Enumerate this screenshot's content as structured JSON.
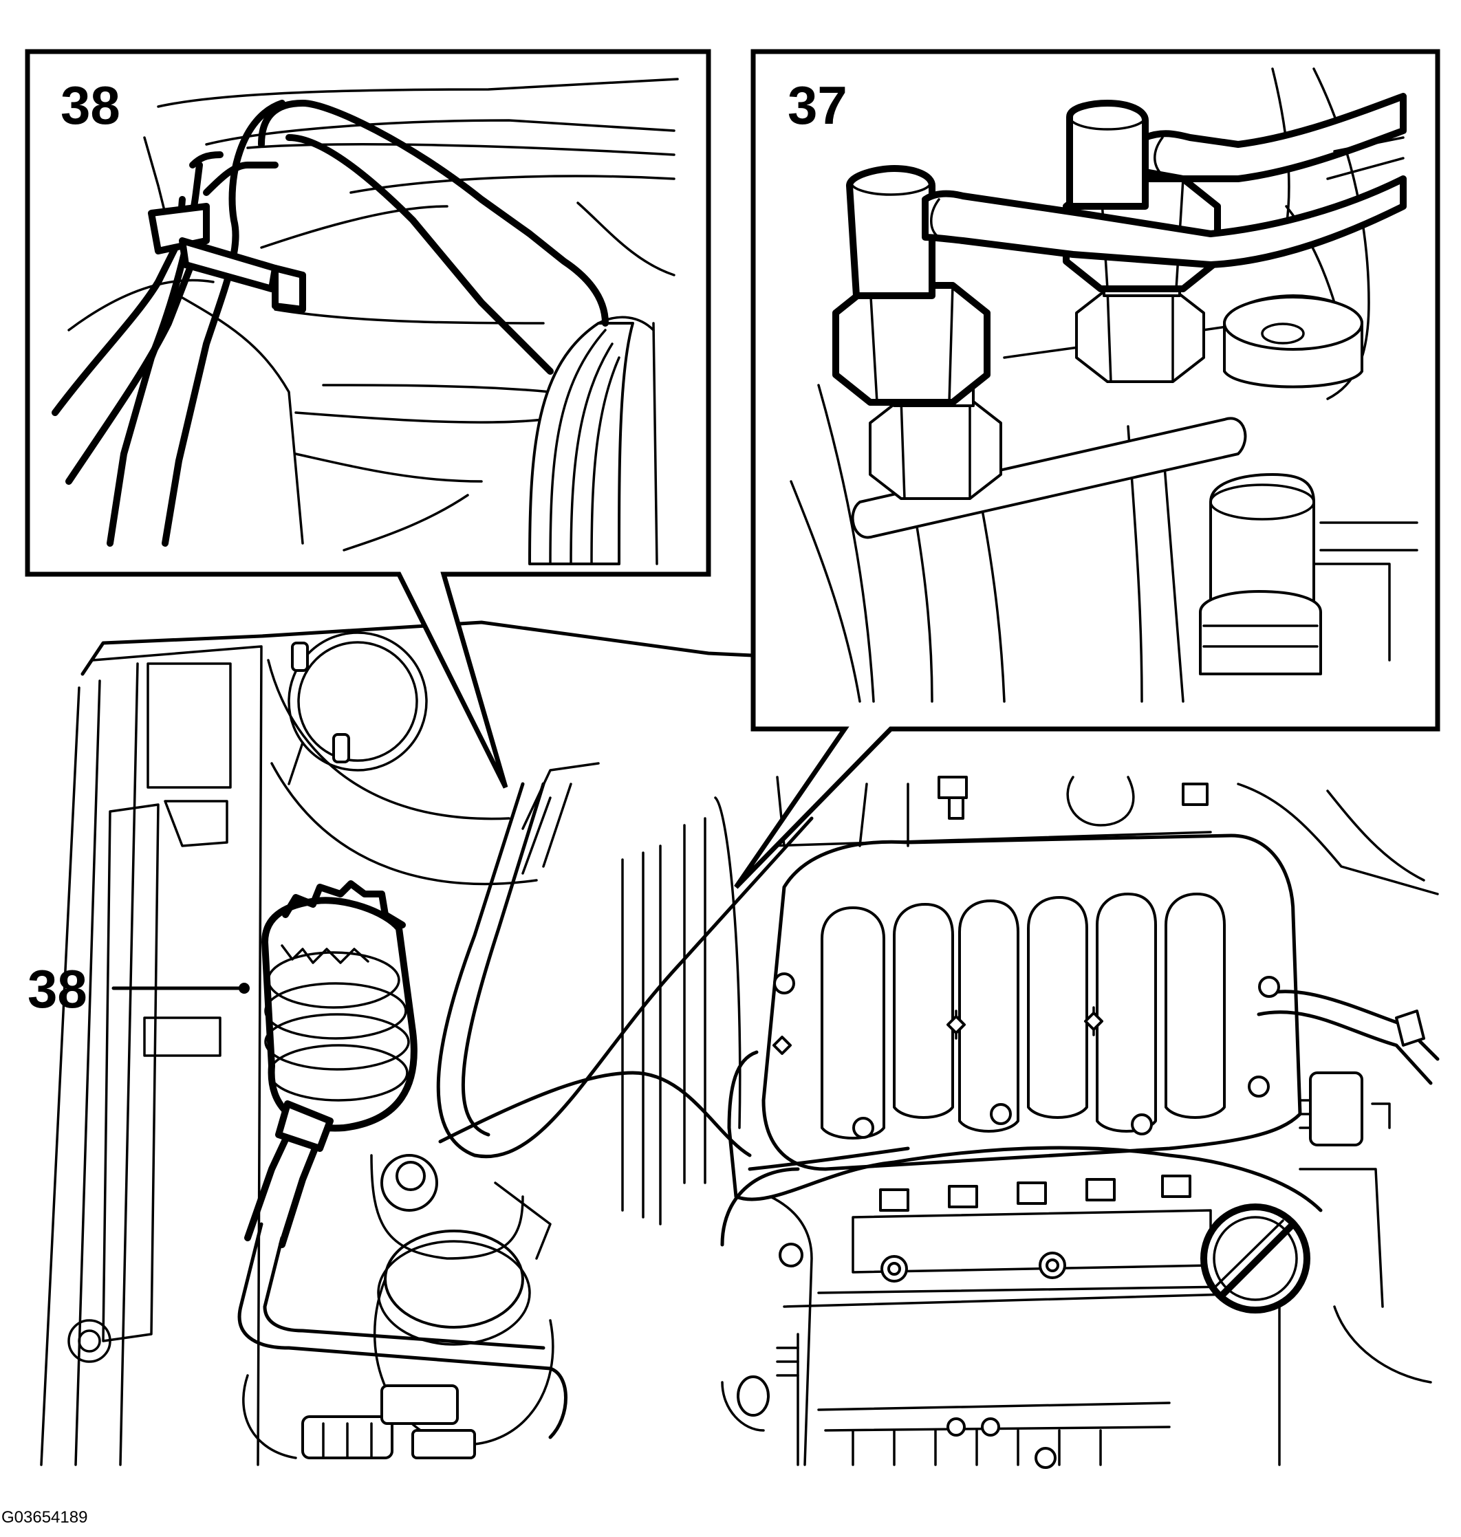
{
  "callouts": {
    "inset_left_number": "38",
    "inset_right_number": "37",
    "main_view_number": "38"
  },
  "figure_id": "G03654189"
}
